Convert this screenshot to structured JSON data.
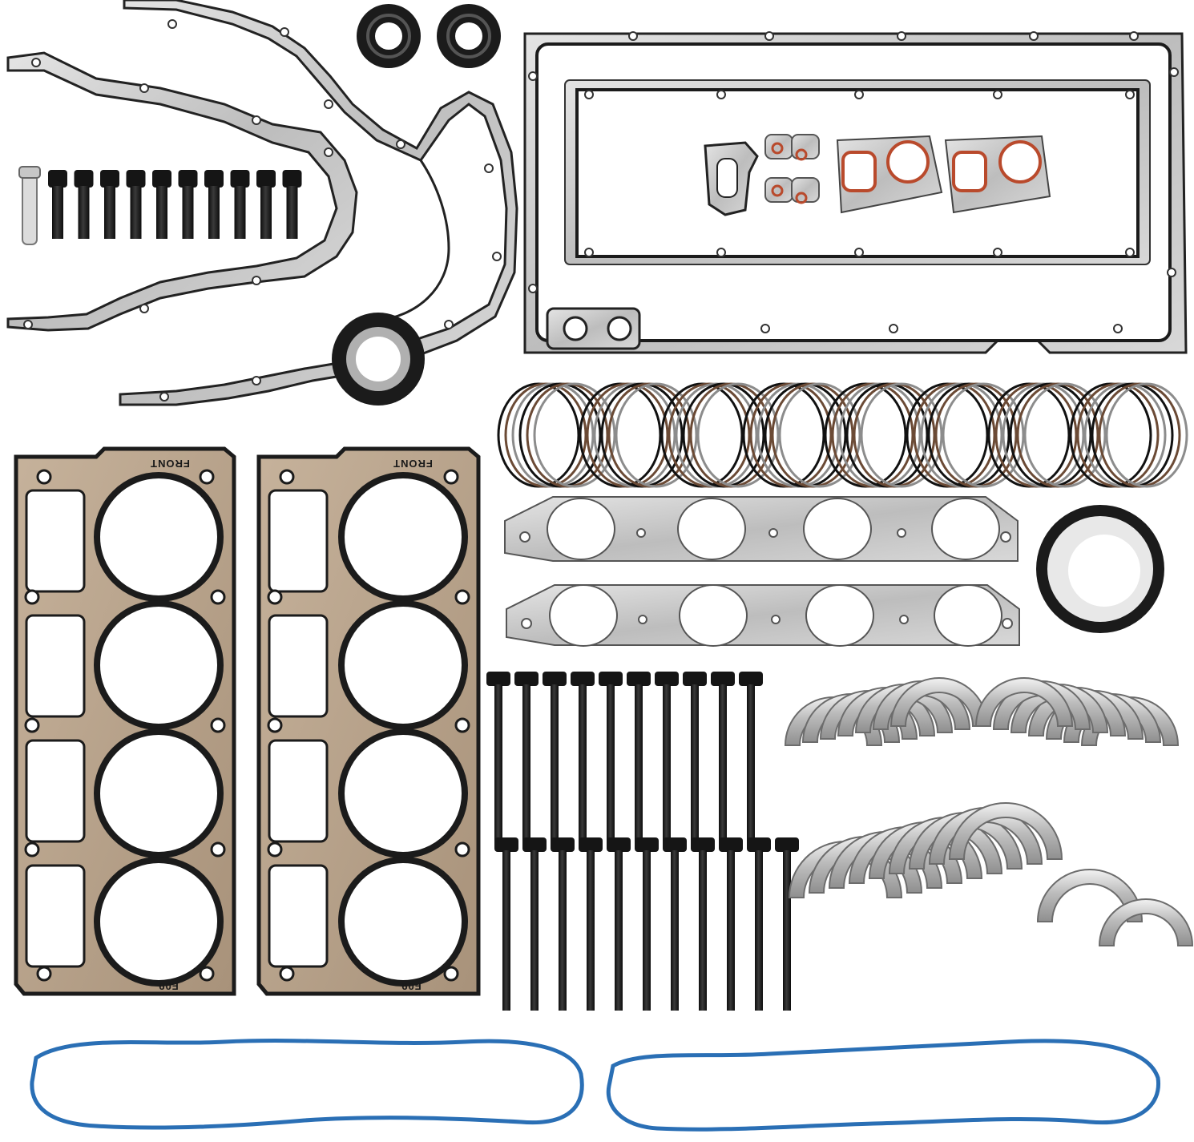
{
  "head_gaskets": [
    {
      "front_label": "FRONT",
      "code_label": "F09"
    },
    {
      "front_label": "FRONT",
      "code_label": "F09"
    }
  ],
  "colors": {
    "steel": "#c9c9c9",
    "steel_dark": "#8e8e8e",
    "rubber": "#1b1b1b",
    "copper_head_gasket": "#b9a48c",
    "blue_gasket": "#2a6fb5",
    "bearing_silver": "#d2d2d2",
    "bolt_black": "#151515"
  },
  "icons": {
    "timing_cover_gasket": "timing-cover-gasket-icon",
    "oil_pan_gasket": "oil-pan-gasket-icon",
    "piston_ring": "piston-ring-icon",
    "exhaust_manifold_gasket": "exhaust-manifold-gasket-icon",
    "rear_main_seal": "rear-main-seal-icon",
    "head_bolt": "head-bolt-icon",
    "bearing": "bearing-icon",
    "valve_cover_gasket": "valve-cover-gasket-icon"
  }
}
